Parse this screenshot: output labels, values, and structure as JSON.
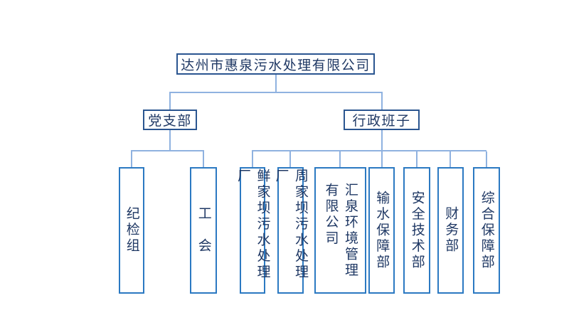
{
  "org": {
    "root": {
      "label": "达州市惠泉污水处理有限公司"
    },
    "level2": [
      {
        "id": "party-branch",
        "label": "党支部"
      },
      {
        "id": "admin-team",
        "label": "行政班子"
      }
    ],
    "party_children": [
      {
        "label": "纪检组"
      },
      {
        "label": "工　会"
      }
    ],
    "admin_children": [
      {
        "label": "鲜家坝污水处理厂"
      },
      {
        "label": "周家坝污水处理厂"
      },
      {
        "label": "汇泉环境管理\n有限公司"
      },
      {
        "label": "输水保障部"
      },
      {
        "label": "安全技术部"
      },
      {
        "label": "财务部"
      },
      {
        "label": "综合保障部"
      }
    ],
    "colors": {
      "background": "#ffffff",
      "text": "#1f3864",
      "upper_box_border": "#2a5590",
      "leaf_box_border": "#2b79c2",
      "connector": "#8fb2e0"
    }
  }
}
